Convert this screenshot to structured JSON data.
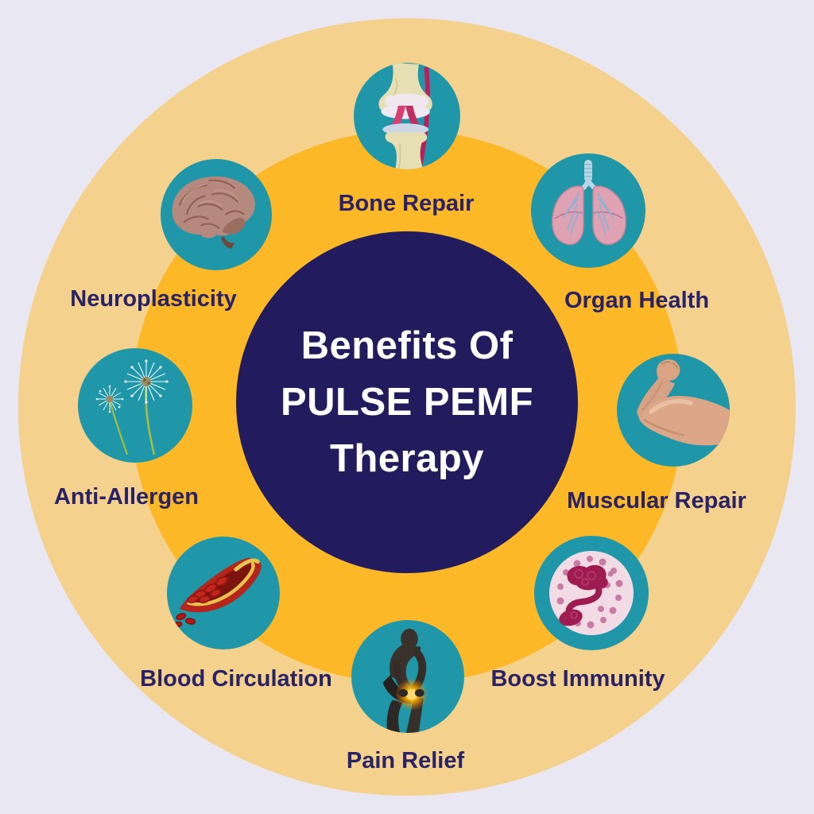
{
  "title": {
    "lines": [
      "Benefits Of",
      "PULSE PEMF",
      "Therapy"
    ]
  },
  "benefits": [
    {
      "label": "Bone Repair",
      "icon": "knee-joint-icon"
    },
    {
      "label": "Organ Health",
      "icon": "lungs-icon"
    },
    {
      "label": "Muscular Repair",
      "icon": "bicep-arm-icon"
    },
    {
      "label": "Boost Immunity",
      "icon": "white-blood-cell-icon"
    },
    {
      "label": "Pain Relief",
      "icon": "body-pain-icon"
    },
    {
      "label": "Blood Circulation",
      "icon": "blood-vessel-icon"
    },
    {
      "label": "Anti-Allergen",
      "icon": "dandelion-icon"
    },
    {
      "label": "Neuroplasticity",
      "icon": "brain-icon"
    }
  ],
  "colors": {
    "background": "#e8e7f2",
    "outer_ring": "#f4d18c",
    "inner_ring": "#fcb826",
    "center_circle": "#221c5e",
    "icon_circle_teal": "#1f97a8",
    "label_text": "#2a2266",
    "title_text": "#ffffff"
  }
}
